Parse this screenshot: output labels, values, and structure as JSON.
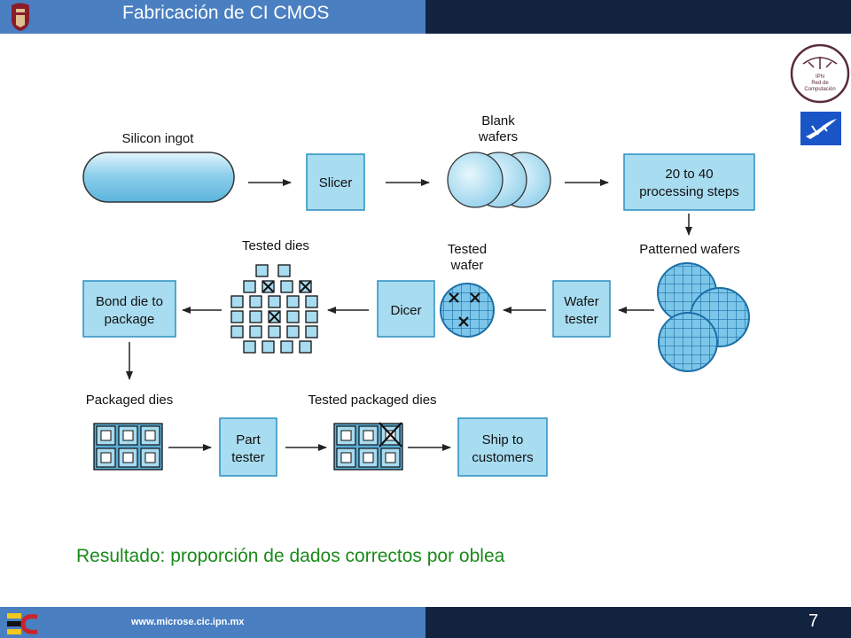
{
  "header": {
    "title": "Fabricación de CI CMOS"
  },
  "footer": {
    "url": "www.microse.cic.ipn.mx",
    "page_number": "7"
  },
  "logos": {
    "network_logo_lines": [
      "IPN",
      "Red de",
      "Computación"
    ]
  },
  "diagram": {
    "silicon_ingot": "Silicon ingot",
    "slicer": "Slicer",
    "blank_wafers": [
      "Blank",
      "wafers"
    ],
    "processing": [
      "20 to 40",
      "processing steps"
    ],
    "patterned_wafers": "Patterned wafers",
    "wafer_tester": [
      "Wafer",
      "tester"
    ],
    "tested_wafer": [
      "Tested",
      "wafer"
    ],
    "dicer": "Dicer",
    "tested_dies": "Tested dies",
    "bond_die": [
      "Bond die to",
      "package"
    ],
    "packaged_dies": "Packaged dies",
    "part_tester": [
      "Part",
      "tester"
    ],
    "tested_packaged_dies": "Tested packaged dies",
    "ship": [
      "Ship to",
      "customers"
    ]
  },
  "caption": "Resultado: proporción de dados correctos por oblea",
  "colors": {
    "box_fill": "#a8dcf0",
    "box_stroke": "#2a8fc0",
    "caption": "#1a8a1a",
    "header_blue": "#4a7fc1",
    "header_navy": "#12233f"
  }
}
